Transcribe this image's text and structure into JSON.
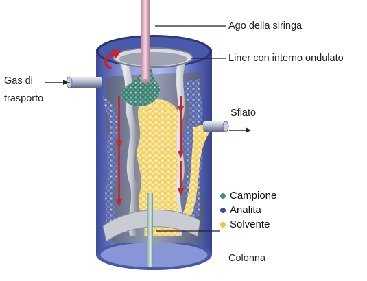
{
  "labels": {
    "needle": "Ago della siringa",
    "liner": "Liner con interno ondulato",
    "carrier_gas_line1": "Gas di",
    "carrier_gas_line2": "trasporto",
    "vent": "Sfiato",
    "column": "Colonna"
  },
  "legend": [
    {
      "label": "Campione",
      "color": "#3d8f7e"
    },
    {
      "label": "Analita",
      "color": "#3b4c9e"
    },
    {
      "label": "Solvente",
      "color": "#f2c24a"
    }
  ],
  "colors": {
    "outer_tube": "#6f7fcc",
    "outer_tube_dark": "#3f4ea0",
    "liner": "#c9ccd2",
    "needle": "#e2b6c8",
    "flow_arrow": "#c8262e",
    "solvent": "#f6d566",
    "sample": "#3d8f7e",
    "analyte": "#3b4c9e"
  }
}
